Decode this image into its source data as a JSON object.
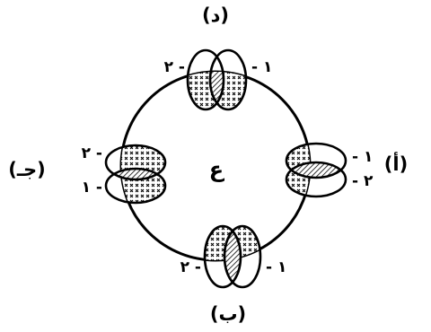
{
  "center_label": "ع",
  "groups": {
    "top": {
      "letter": "(د)",
      "label_left": "٢ -",
      "label_right": "- ١"
    },
    "bottom": {
      "letter": "(ب)",
      "label_left": "٢ -",
      "label_right": "- ١"
    },
    "left": {
      "letter": "(جـ)",
      "label_top": "٢ -",
      "label_bottom": "١ -"
    },
    "right": {
      "letter": "(أ)",
      "label_top": "- ١",
      "label_bottom": "- ٢"
    }
  },
  "colors": {
    "stroke": "#000000",
    "background": "#ffffff"
  }
}
